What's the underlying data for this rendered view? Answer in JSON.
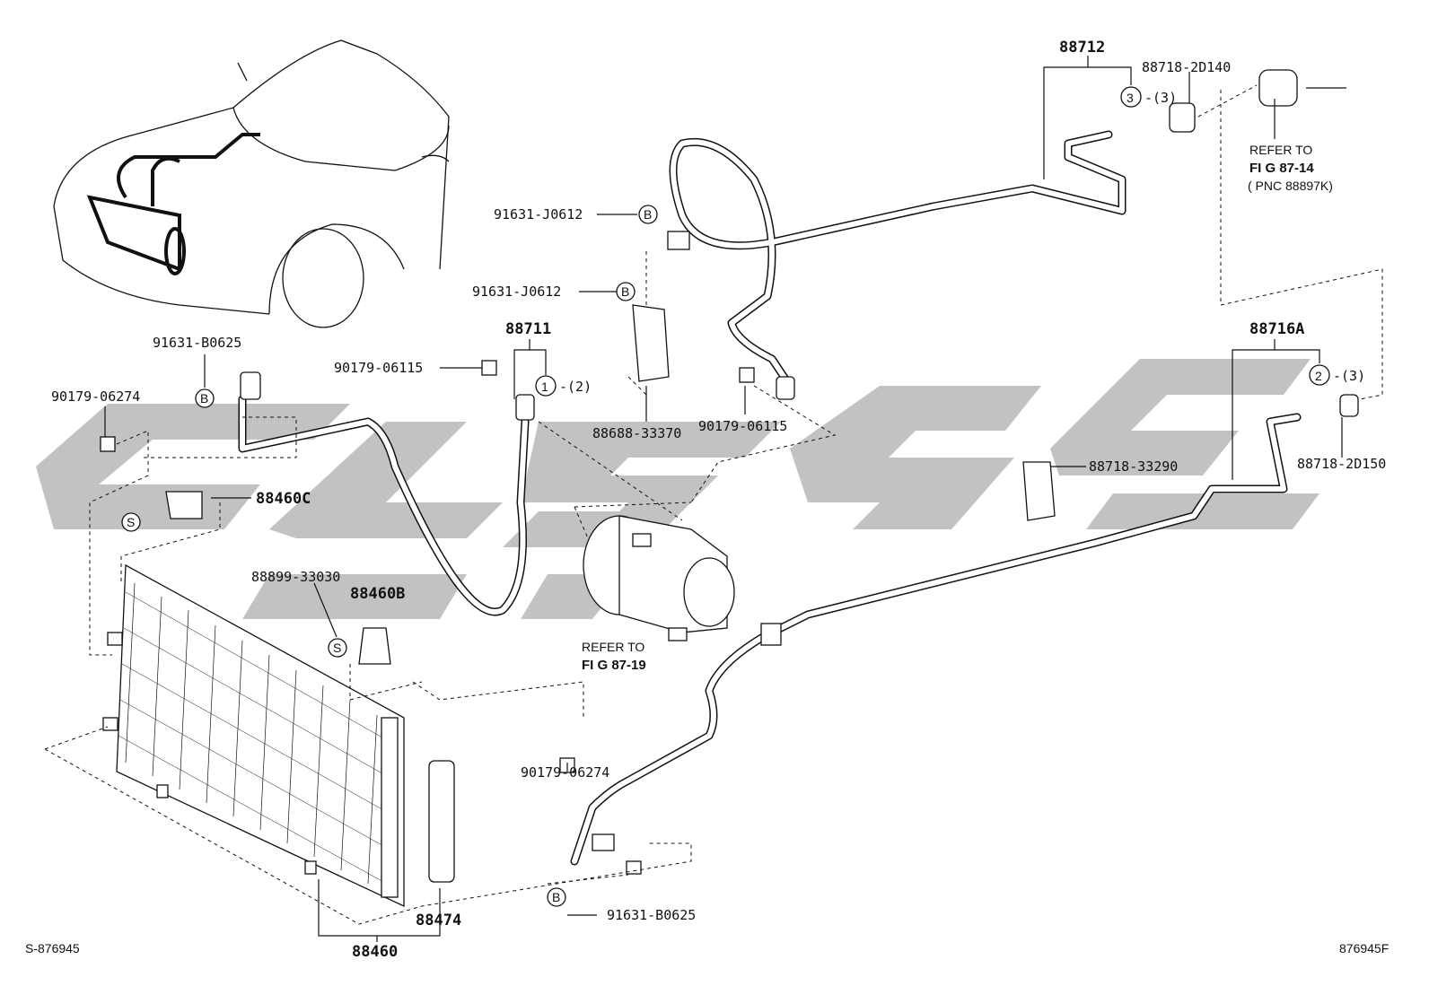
{
  "parts": {
    "p88712": "88712",
    "p88718_2D140": "88718-2D140",
    "p88711": "88711",
    "p88716A": "88716A",
    "p91631_J0612_a": "91631-J0612",
    "p91631_J0612_b": "91631-J0612",
    "p91631_B0625_a": "91631-B0625",
    "p91631_B0625_b": "91631-B0625",
    "p90179_06274_a": "90179-06274",
    "p90179_06274_b": "90179-06274",
    "p90179_06115_a": "90179-06115",
    "p90179_06115_b": "90179-06115",
    "p88460C": "88460C",
    "p88460B": "88460B",
    "p88460": "88460",
    "p88474": "88474",
    "p88899_33030": "88899-33030",
    "p88688_33370": "88688-33370",
    "p88718_33290": "88718-33290",
    "p88718_2D150": "88718-2D150"
  },
  "markers": {
    "b": "B",
    "s": "S",
    "m1": "1",
    "m2": "2",
    "m3": "3",
    "q2": "-(2)",
    "q3a": "-(3)",
    "q3b": "-(3)"
  },
  "notes": {
    "ref1_line1": "REFER TO",
    "ref1_line2": "FI G 87-14",
    "ref1_line3": "( PNC 88897K)",
    "ref2_line1": "REFER TO",
    "ref2_line2": "FI G 87-19"
  },
  "footer": {
    "left": "S-876945",
    "right": "876945F"
  },
  "colors": {
    "line": "#111111",
    "watermark": "#bdbdbd",
    "background": "#ffffff"
  }
}
